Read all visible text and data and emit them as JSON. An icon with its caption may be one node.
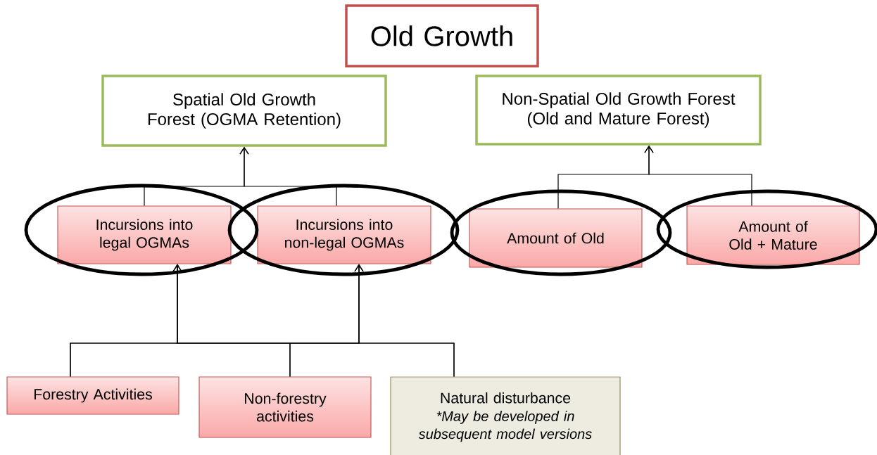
{
  "diagram": {
    "nodes": [
      {
        "text": [
          "Old Growth"
        ]
      },
      {
        "text": [
          "Spatial Old Growth Forest (OGMA Retention)"
        ]
      },
      {
        "text": [
          "Non-Spatial Old Growth Forest (Old and Mature Forest)"
        ]
      },
      {
        "text": [
          "Incursions into legal OGMAs"
        ]
      },
      {
        "text": [
          "Incursions into non-legal OGMAs"
        ]
      },
      {
        "text": [
          "Amount of Old"
        ]
      },
      {
        "text": [
          "Amount of Old + Mature"
        ]
      },
      {
        "text": [
          "Forestry Activities"
        ]
      },
      {
        "text": [
          "Non-forestry activities"
        ]
      },
      {
        "text": [
          "Natural disturbance",
          "*May be developed in subsequent model versions"
        ]
      }
    ],
    "edges": [
      {
        "from": 3,
        "to": 1,
        "arrow": "to"
      },
      {
        "from": 4,
        "to": 1,
        "arrow": "to"
      },
      {
        "from": 5,
        "to": 2,
        "arrow": "to"
      },
      {
        "from": 6,
        "to": 2,
        "arrow": "to"
      },
      {
        "from": 7,
        "to": 3,
        "arrow": "to"
      },
      {
        "from": 8,
        "to": 3,
        "arrow": "to"
      },
      {
        "from": 9,
        "to": 3,
        "arrow": "to"
      },
      {
        "from": 7,
        "to": 4,
        "arrow": "to"
      },
      {
        "from": 8,
        "to": 4,
        "arrow": "to"
      },
      {
        "from": 9,
        "to": 4,
        "arrow": "to"
      }
    ]
  }
}
